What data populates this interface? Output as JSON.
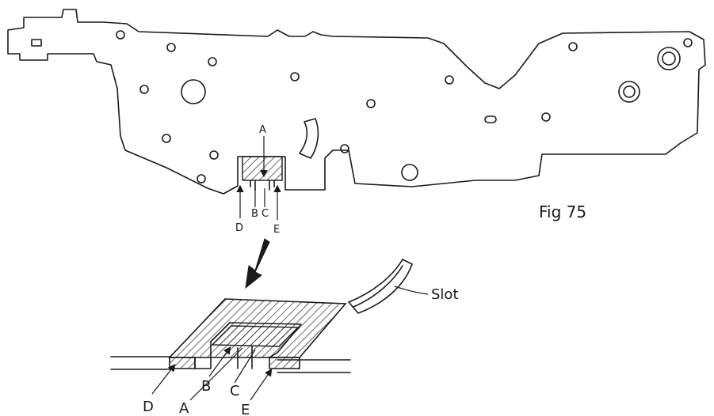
{
  "figure_caption": "Fig 75",
  "top_callout_labels": {
    "a": "A",
    "b": "B",
    "c": "C",
    "d": "D",
    "e": "E"
  },
  "detail_labels": {
    "d": "D",
    "b": "B",
    "a": "A",
    "c": "C",
    "e": "E",
    "slot": "Slot"
  }
}
